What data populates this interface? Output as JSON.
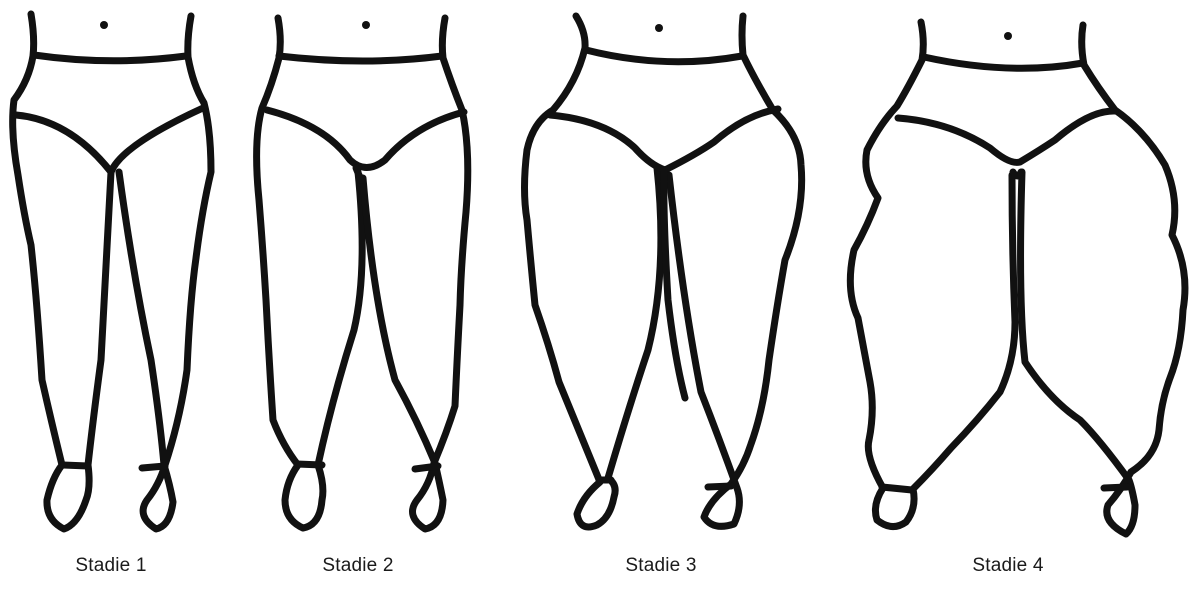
{
  "stages": [
    {
      "label": "Stadie 1"
    },
    {
      "label": "Stadie 2"
    },
    {
      "label": "Stadie 3"
    },
    {
      "label": "Stadie 4"
    }
  ]
}
